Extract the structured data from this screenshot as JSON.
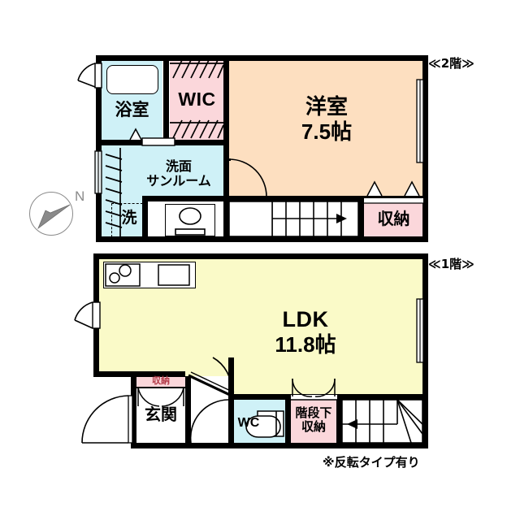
{
  "plan": {
    "floor2_tag": "≪2階≫",
    "floor1_tag": "≪1階≫",
    "note": "※反転タイプ有り",
    "compass_label": "N"
  },
  "colors": {
    "room_peach": "#FDDFC0",
    "room_yellow": "#FAFAC8",
    "room_pink": "#FBD7DB",
    "room_cyan": "#CFF1F7",
    "wall": "#000000",
    "white": "#FFFFFF",
    "compass_gray": "#8A8A8A",
    "pink_label_text": "#B23A48"
  },
  "floor2": {
    "rooms": [
      {
        "name": "bathroom",
        "label": "浴室",
        "color": "#CFF1F7"
      },
      {
        "name": "wic",
        "label": "WIC",
        "color": "#FBD7DB"
      },
      {
        "name": "washroom",
        "label": "洗面\nサンルーム",
        "color": "#CFF1F7"
      },
      {
        "name": "laundry",
        "label": "洗",
        "color": "#CFF1F7"
      },
      {
        "name": "bedroom",
        "label": "洋室",
        "size": "7.5帖",
        "color": "#FDDFC0"
      },
      {
        "name": "closet",
        "label": "収納",
        "color": "#FBD7DB"
      }
    ]
  },
  "floor1": {
    "rooms": [
      {
        "name": "ldk",
        "label": "LDK",
        "size": "11.8帖",
        "color": "#FAFAC8"
      },
      {
        "name": "entrance",
        "label": "玄関",
        "color": "#FFFFFF"
      },
      {
        "name": "entrance-closet",
        "label": "収納",
        "color": "#FBD7DB"
      },
      {
        "name": "toilet",
        "label": "WC",
        "color": "#CFF1F7"
      },
      {
        "name": "understair",
        "label": "階段下\n収納",
        "color": "#FBD7DB"
      }
    ]
  }
}
